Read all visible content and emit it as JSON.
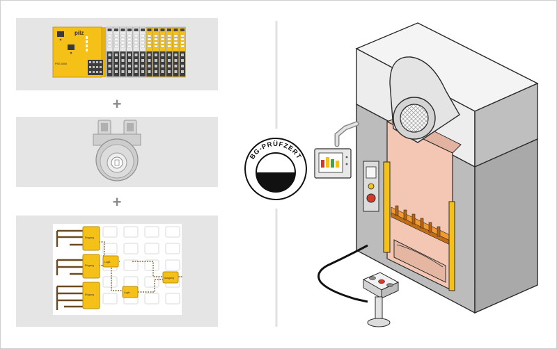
{
  "brand_label": "pilz",
  "controller_model": "PSS 4000",
  "seal_text": "BG-PRÜFZERT",
  "plus_sign": "+",
  "logic_blocks": [
    {
      "label": "Eingang"
    },
    {
      "label": "Eingang"
    },
    {
      "label": "Eingang"
    },
    {
      "label": "Logik"
    },
    {
      "label": "Logik"
    },
    {
      "label": "Ausgang"
    }
  ],
  "colors": {
    "pilz_yellow": "#f5c018",
    "panel_gray": "#e5e5e5",
    "machine_light": "#ededed",
    "machine_dark": "#bdbdbd",
    "light_curtain_glow": "#f4c7b4",
    "emergency_red": "#d23a2a",
    "wire_dark": "#6b4a1f"
  },
  "icons": [
    "safety-controller-icon",
    "rotary-encoder-icon",
    "logic-editor-icon",
    "certification-seal-icon",
    "press-machine-icon",
    "hmi-panel-icon",
    "emergency-stop-icon",
    "two-hand-control-icon"
  ]
}
